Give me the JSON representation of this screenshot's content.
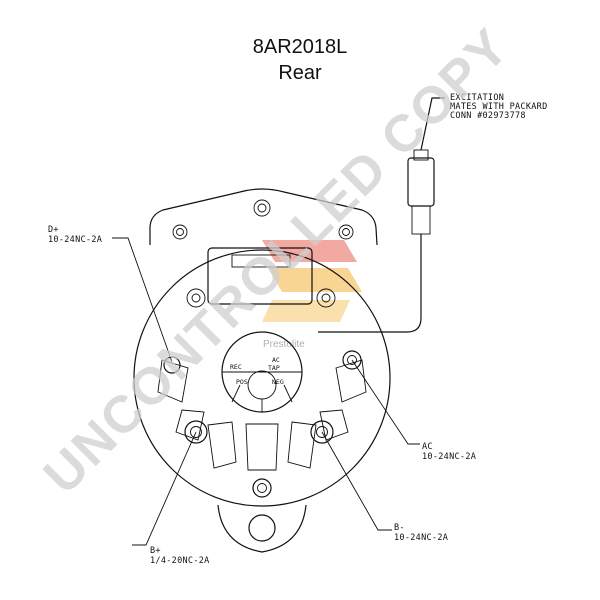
{
  "header": {
    "part_number": "8AR2018L",
    "view": "Rear"
  },
  "callouts": {
    "d_plus": {
      "name": "D+",
      "spec": "10-24NC-2A"
    },
    "excitation": {
      "line1": "EXCITATION",
      "line2": "MATES WITH PACKARD",
      "line3": "CONN #02973778"
    },
    "ac": {
      "name": "AC",
      "spec": "10-24NC-2A"
    },
    "b_minus": {
      "name": "B-",
      "spec": "10-24NC-2A"
    },
    "b_plus": {
      "name": "B+",
      "spec": "1/4-20NC-2A"
    }
  },
  "housing_labels": {
    "rec": "REC",
    "ac_tap_1": "AC",
    "ac_tap_2": "TAP",
    "pos": "POS",
    "neg": "NEG"
  },
  "watermark": {
    "text": "UNCONTROLLED COPY",
    "color": "#cfcfcf",
    "logo_colors": [
      "#e03a2b",
      "#f2a81d"
    ],
    "logo_text": "Prestolite"
  }
}
